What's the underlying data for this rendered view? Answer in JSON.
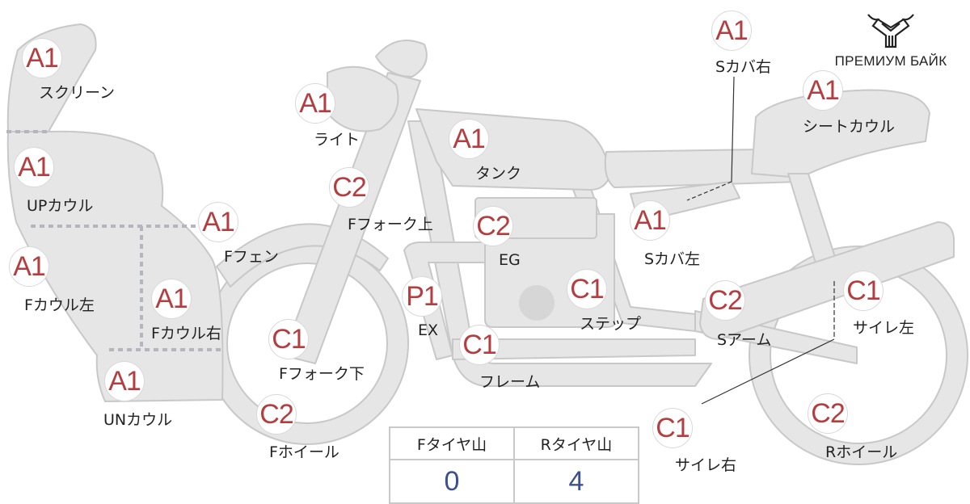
{
  "brand": {
    "name": "ПРЕМИУМ БАЙК"
  },
  "colors": {
    "grade": "#b53d3f",
    "body": "#e6e6e6",
    "outline": "#c8c8c8",
    "tread_value": "#3b4f94"
  },
  "parts": [
    {
      "grade": "A1",
      "label": "スクリーン"
    },
    {
      "grade": "A1",
      "label": "UPカウル"
    },
    {
      "grade": "A1",
      "label": "Fカウル左"
    },
    {
      "grade": "A1",
      "label": "Fカウル右"
    },
    {
      "grade": "A1",
      "label": "UNカウル"
    },
    {
      "grade": "A1",
      "label": "ライト"
    },
    {
      "grade": "C2",
      "label": "Fフォーク上"
    },
    {
      "grade": "A1",
      "label": "Fフェン"
    },
    {
      "grade": "C1",
      "label": "Fフォーク下"
    },
    {
      "grade": "C2",
      "label": "Fホイール"
    },
    {
      "grade": "A1",
      "label": "タンク"
    },
    {
      "grade": "C2",
      "label": "EG"
    },
    {
      "grade": "P1",
      "label": "EX"
    },
    {
      "grade": "C1",
      "label": "フレーム"
    },
    {
      "grade": "C1",
      "label": "ステップ"
    },
    {
      "grade": "A1",
      "label": "Sカバ左"
    },
    {
      "grade": "A1",
      "label": "Sカバ右"
    },
    {
      "grade": "A1",
      "label": "シートカウル"
    },
    {
      "grade": "C2",
      "label": "Sアーム"
    },
    {
      "grade": "C1",
      "label": "サイレ左"
    },
    {
      "grade": "C1",
      "label": "サイレ右"
    },
    {
      "grade": "C2",
      "label": "Rホイール"
    }
  ],
  "tread": {
    "front_label": "Fタイヤ山",
    "front_value": "0",
    "rear_label": "Rタイヤ山",
    "rear_value": "4"
  }
}
